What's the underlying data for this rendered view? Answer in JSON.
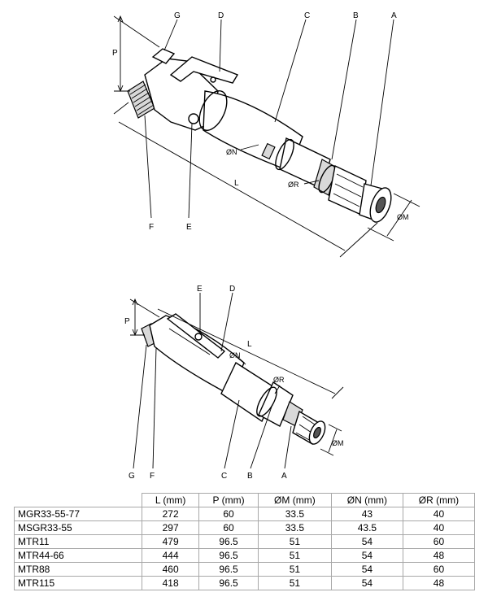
{
  "diagram_top": {
    "labels": {
      "g": "G",
      "d": "D",
      "c": "C",
      "b": "B",
      "a": "A",
      "p": "P",
      "n": "ØN",
      "r": "ØR",
      "l": "L",
      "m": "ØM",
      "f": "F",
      "e": "E"
    }
  },
  "diagram_bottom": {
    "labels": {
      "e": "E",
      "d": "D",
      "p": "P",
      "l": "L",
      "n": "ØN",
      "r": "ØR",
      "m": "ØM",
      "g": "G",
      "f": "F",
      "c": "C",
      "b": "B",
      "a": "A"
    }
  },
  "table": {
    "headers": [
      "L (mm)",
      "P (mm)",
      "ØM (mm)",
      "ØN (mm)",
      "ØR (mm)"
    ],
    "rows": [
      {
        "model": "MGR33-55-77",
        "values": [
          "272",
          "60",
          "33.5",
          "43",
          "40"
        ]
      },
      {
        "model": "MSGR33-55",
        "values": [
          "297",
          "60",
          "33.5",
          "43.5",
          "40"
        ]
      },
      {
        "model": "MTR11",
        "values": [
          "479",
          "96.5",
          "51",
          "54",
          "60"
        ]
      },
      {
        "model": "MTR44-66",
        "values": [
          "444",
          "96.5",
          "51",
          "54",
          "48"
        ]
      },
      {
        "model": "MTR88",
        "values": [
          "460",
          "96.5",
          "51",
          "54",
          "60"
        ]
      },
      {
        "model": "MTR115",
        "values": [
          "418",
          "96.5",
          "51",
          "54",
          "48"
        ]
      }
    ]
  }
}
